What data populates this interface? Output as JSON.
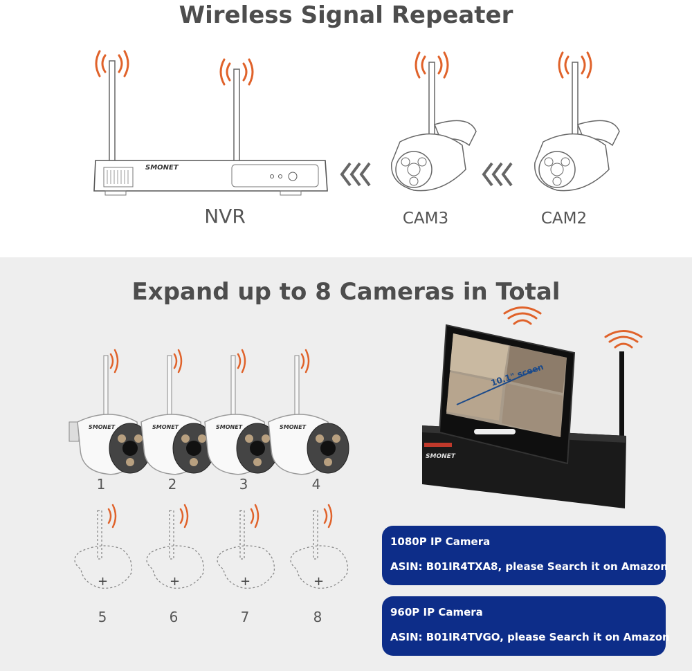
{
  "top": {
    "title": "Wireless Signal Repeater",
    "nvr_label": "NVR",
    "cam3_label": "CAM3",
    "cam2_label": "CAM2",
    "nvr_brand": "SMONET"
  },
  "bottom": {
    "title": "Expand up to 8 Cameras in Total",
    "camera_numbers": [
      "1",
      "2",
      "3",
      "4",
      "5",
      "6",
      "7",
      "8"
    ],
    "monitor_screen_text": "10.1\" sceen",
    "monitor_brand": "SMONET",
    "info_boxes": [
      {
        "line1": "1080P IP Camera",
        "line2": "ASIN: B01IR4TXA8, please Search it on Amazon"
      },
      {
        "line1": "960P IP Camera",
        "line2": "ASIN: B01IR4TVGO, please Search it on Amazon"
      }
    ]
  },
  "colors": {
    "signal": "#e0622a",
    "heading": "#4d4d4d",
    "info_box": "#0d2d89",
    "bottom_bg": "#eeeeee"
  }
}
